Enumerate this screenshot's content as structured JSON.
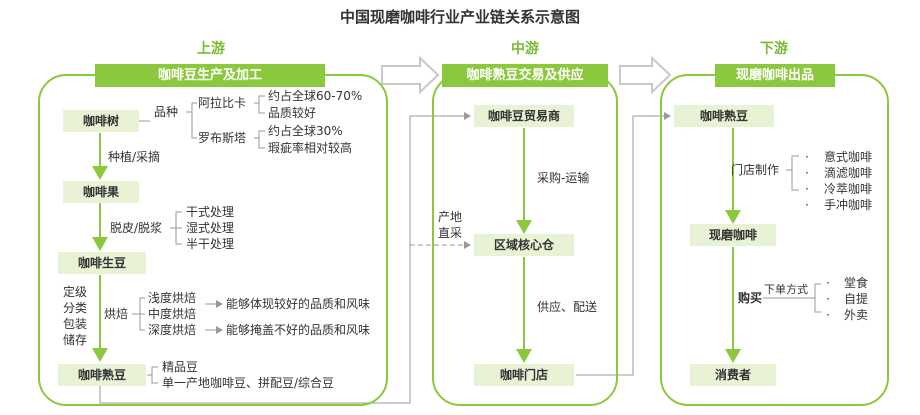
{
  "title": "中国现磨咖啡行业产业链关系示意图",
  "stages": [
    {
      "label": "上游",
      "header": "咖啡豆生产及加工"
    },
    {
      "label": "中游",
      "header": "咖啡熟豆交易及供应"
    },
    {
      "label": "下游",
      "header": "现磨咖啡出品"
    }
  ],
  "upstream": {
    "nodes": [
      "咖啡树",
      "咖啡果",
      "咖啡生豆",
      "咖啡熟豆"
    ],
    "variety_label": "品种",
    "arabica": "阿拉比卡",
    "arabica_notes": [
      "约占全球60-70%",
      "品质较好"
    ],
    "robusta": "罗布斯塔",
    "robusta_notes": [
      "约占全球30%",
      "瑕疵率相对较高"
    ],
    "step1": "种植/采摘",
    "step2": "脱皮/脱浆",
    "processing": [
      "干式处理",
      "湿式处理",
      "半干处理"
    ],
    "side_labels": [
      "定级",
      "分类",
      "包装",
      "储存"
    ],
    "roast_label": "烘焙",
    "roasts": [
      "浅度烘焙",
      "中度烘焙",
      "深度烘焙"
    ],
    "roast_effects": [
      "能够体现较好的品质和风味",
      "能够掩盖不好的品质和风味"
    ],
    "bean_types": [
      "精品豆",
      "单一产地咖啡豆、拼配豆/综合豆"
    ]
  },
  "midstream": {
    "nodes": [
      "咖啡豆贸易商",
      "区域核心仓",
      "咖啡门店"
    ],
    "step1": "采购-运输",
    "step2": "供应、配送",
    "origin_labels": [
      "产地",
      "直采"
    ]
  },
  "downstream": {
    "nodes": [
      "咖啡熟豆",
      "现磨咖啡",
      "消费者"
    ],
    "step1": "门店制作",
    "drinks": [
      "意式咖啡",
      "滴滤咖啡",
      "冷萃咖啡",
      "手冲咖啡"
    ],
    "buy_label": "购买",
    "order_label": "下单方式",
    "order_methods": [
      "堂食",
      "自提",
      "外卖"
    ]
  },
  "colors": {
    "accent": "#8cc83e",
    "node_fill": "#e7f3d4",
    "line": "#999999",
    "arrow_band": "#d9d9d9"
  }
}
